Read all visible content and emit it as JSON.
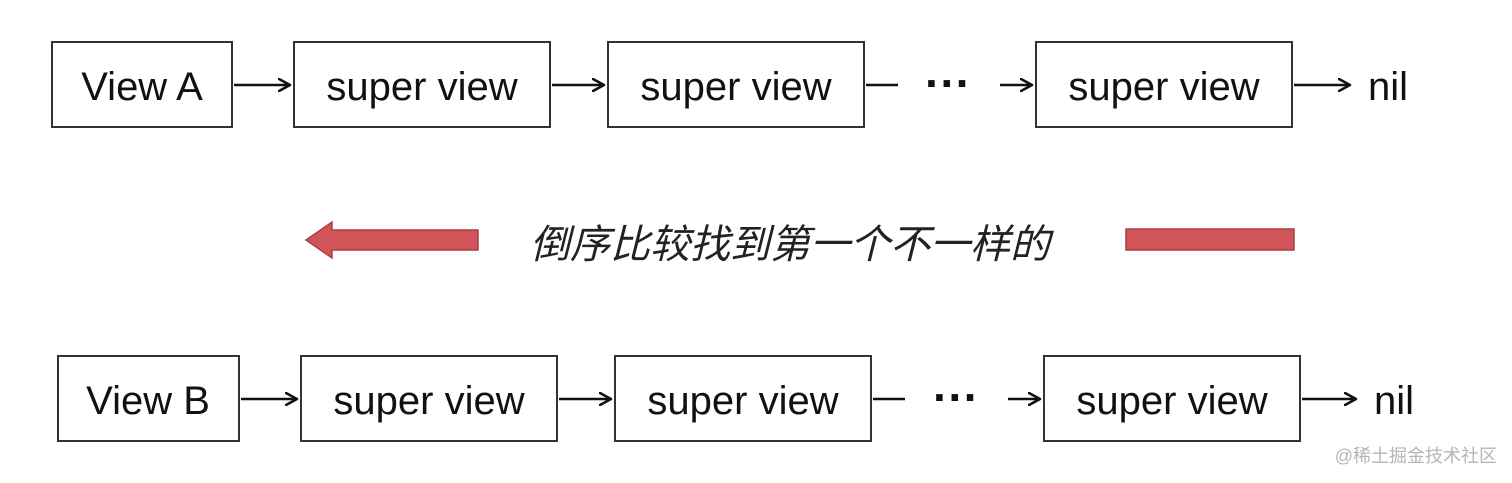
{
  "diagram": {
    "rows": [
      {
        "id": "a",
        "start_label": "View A",
        "nodes": [
          "super view",
          "super view",
          "super view"
        ],
        "ellipsis": "···",
        "end_label": "nil"
      },
      {
        "id": "b",
        "start_label": "View B",
        "nodes": [
          "super view",
          "super view",
          "super view"
        ],
        "ellipsis": "···",
        "end_label": "nil"
      }
    ],
    "compare_caption": "倒序比较找到第一个不一样的",
    "accent_color": "#d15458",
    "watermark": "@稀土掘金技术社区"
  }
}
